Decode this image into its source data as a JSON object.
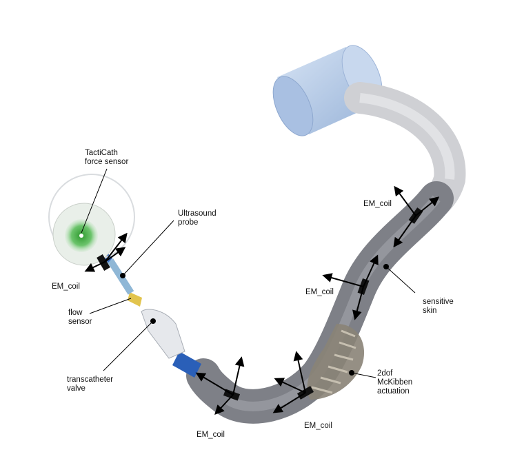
{
  "labels": {
    "tacticath": "TactiCath\nforce sensor",
    "ultrasound": "Ultrasound\nprobe",
    "flow_sensor": "flow\nsensor",
    "transcatheter_valve": "transcatheter\nvalve",
    "em_coil_tip": "EM_coil",
    "em_coil_bottom_left": "EM_coil",
    "em_coil_bottom_mid": "EM_coil",
    "em_coil_mid": "EM_coil",
    "em_coil_upper": "EM_coil",
    "sensitive_skin": "sensitive\nskin",
    "mckibben": "2dof\nMcKibben\nactuation"
  },
  "colors": {
    "base_cylinder": "#b9cde8",
    "upper_tube": "#d8d9dd",
    "lower_tube": "#7e8087",
    "actuator": "#8a8377",
    "tip_blue": "#2a5fb8",
    "sensor_green": "#3fae3f",
    "arrow": "#000000"
  }
}
